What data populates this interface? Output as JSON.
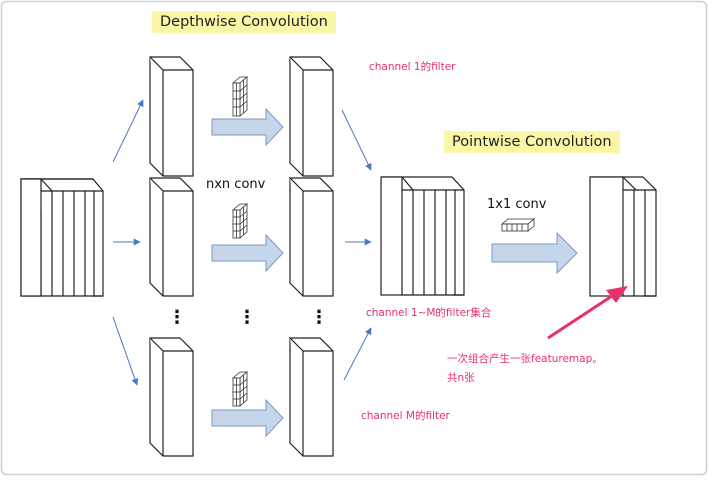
{
  "titles": {
    "depthwise": "Depthwise Convolution",
    "pointwise": "Pointwise Convolution"
  },
  "labels": {
    "nxn_conv": "nxn conv",
    "one_by_one_conv": "1x1 conv",
    "ellipsis": "⋮"
  },
  "annotations": {
    "channel_1": "channel 1的filter",
    "channel_1_to_m": "channel 1~M的filter集合",
    "channel_m": "channel M的filter",
    "featuremap_line1": "一次组合产生一张featuremap。",
    "featuremap_line2": "共n张"
  },
  "colors": {
    "highlight": "#fbf5a6",
    "annotation": "#e8306a",
    "flow_arrow_fill": "#c5d5ea",
    "flow_arrow_stroke": "#7d98c4",
    "connector_arrow": "#4a78c0",
    "frame_border": "#cfcfcf"
  }
}
